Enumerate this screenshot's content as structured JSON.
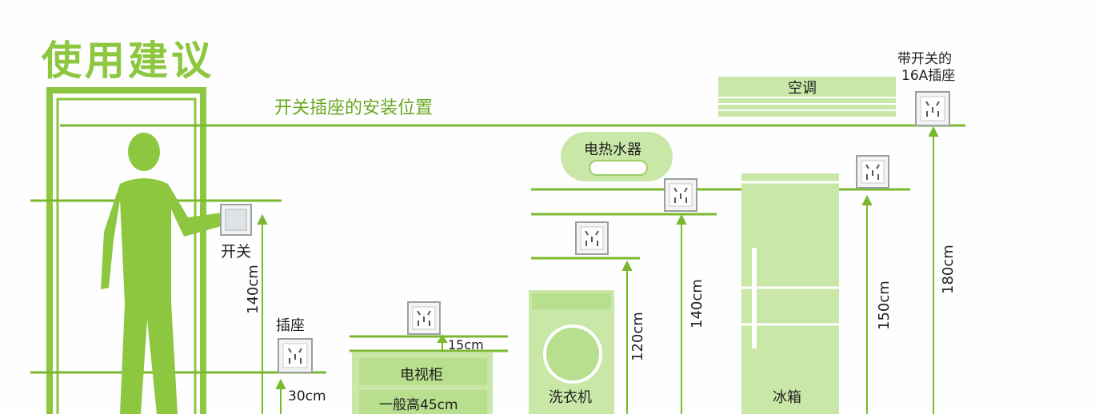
{
  "title": "使用建议",
  "subtitle": "开关插座的安装位置",
  "labels": {
    "switch": "开关",
    "socket": "插座",
    "tv_cabinet": "电视柜",
    "tv_cabinet_note": "一般高45cm",
    "washer": "洗衣机",
    "fridge": "冰箱",
    "water_heater": "电热水器",
    "air_conditioner": "空调",
    "ac_socket_line1": "带开关的",
    "ac_socket_line2": "16A插座"
  },
  "dimensions": {
    "switch_height": "140cm",
    "socket_height": "30cm",
    "tv_offset": "15cm",
    "washer_height": "120cm",
    "heater_height": "140cm",
    "fridge_height": "150cm",
    "ac_height": "180cm"
  },
  "colors": {
    "figure_green": "#8dc63f",
    "line_green": "#7cb82f",
    "panel_green": "#c9e8a8",
    "title_green": "#8dc63f"
  }
}
